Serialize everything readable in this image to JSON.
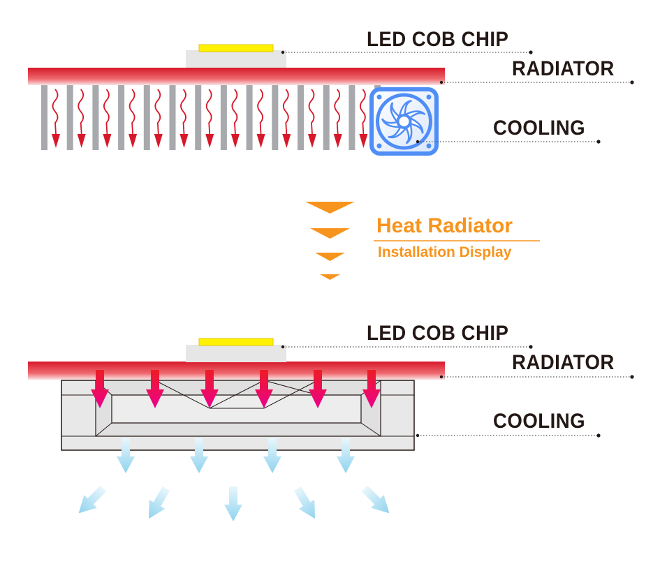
{
  "top_diagram": {
    "chip_label": "LED COB CHIP",
    "radiator_label": "RADIATOR",
    "cooling_label": "COOLING"
  },
  "bottom_diagram": {
    "chip_label": "LED COB CHIP",
    "radiator_label": "RADIATOR",
    "cooling_label": "COOLING"
  },
  "center_title": {
    "main": "Heat Radiator",
    "sub": "Installation Display"
  },
  "colors": {
    "chip_yellow": "#FFF200",
    "chip_base": "#E6E6E6",
    "radiator_red": "#D7182A",
    "fin_gray": "#A7A9AC",
    "heat_arrow": "#D7182A",
    "fan_blue": "#4F8DF7",
    "title_orange": "#F7941D",
    "heat_down_arrow": "#EC008C",
    "air_arrow": "#A6DCF0",
    "label_dark": "#231815"
  },
  "icons": {
    "fan": "cooling-fan-icon",
    "arrow_chevrons": "chevron-down-icon"
  }
}
